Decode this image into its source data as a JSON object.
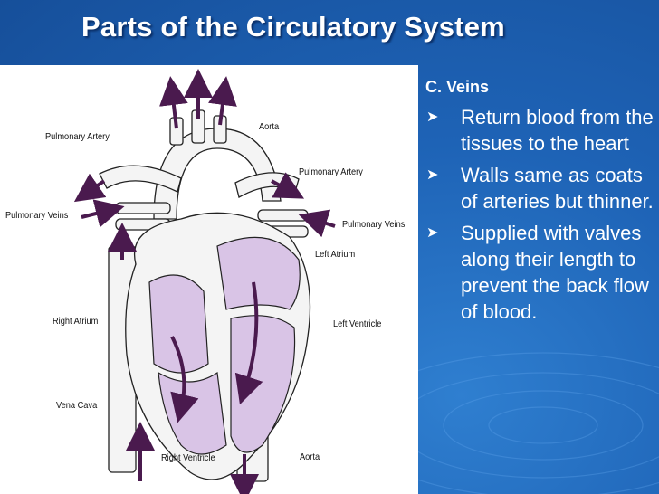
{
  "slide": {
    "title": "Parts of the Circulatory System",
    "subheading": "C. Veins",
    "bullet_icon": "arrow-right-icon",
    "bullets": [
      "Return blood from the tissues to the heart",
      "Walls same as coats of arteries but thinner.",
      "Supplied with valves along their length to prevent the back flow of blood."
    ]
  },
  "diagram": {
    "labels": {
      "aorta_top": "Aorta",
      "pulmonary_artery_left": "Pulmonary Artery",
      "pulmonary_artery_right": "Pulmonary Artery",
      "pulmonary_veins_left": "Pulmonary Veins",
      "pulmonary_veins_right": "Pulmonary Veins",
      "left_atrium": "Left Atrium",
      "right_atrium": "Right Atrium",
      "left_ventricle": "Left Ventricle",
      "vena_cava": "Vena Cava",
      "right_ventricle": "Right Ventricle",
      "aorta_bottom": "Aorta"
    }
  },
  "colors": {
    "background": "#1e63b6",
    "title": "#ffffff",
    "chamber_fill": "#d9c4e6",
    "flow_arrow": "#4a1a4e"
  }
}
